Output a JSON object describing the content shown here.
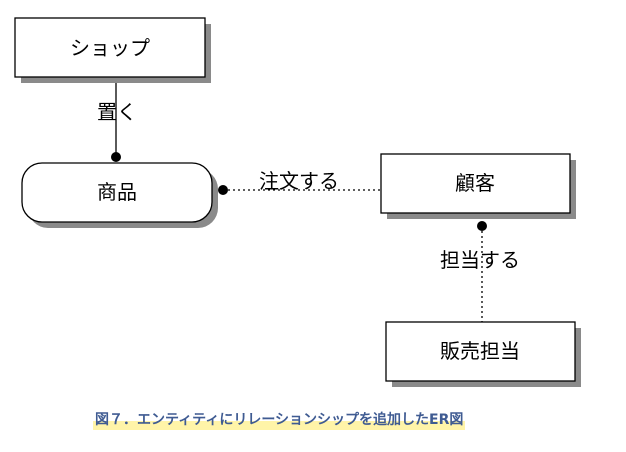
{
  "entities": {
    "shop": "ショップ",
    "product": "商品",
    "customer": "顧客",
    "sales_rep": "販売担当"
  },
  "relationships": {
    "place": "置く",
    "order": "注文する",
    "handle": "担当する"
  },
  "caption": "図７．エンティティにリレーションシップを追加したER図",
  "colors": {
    "shadow": "#8a8a8a",
    "caption_text": "#3f5b92",
    "caption_highlight": "#fff4a8"
  }
}
